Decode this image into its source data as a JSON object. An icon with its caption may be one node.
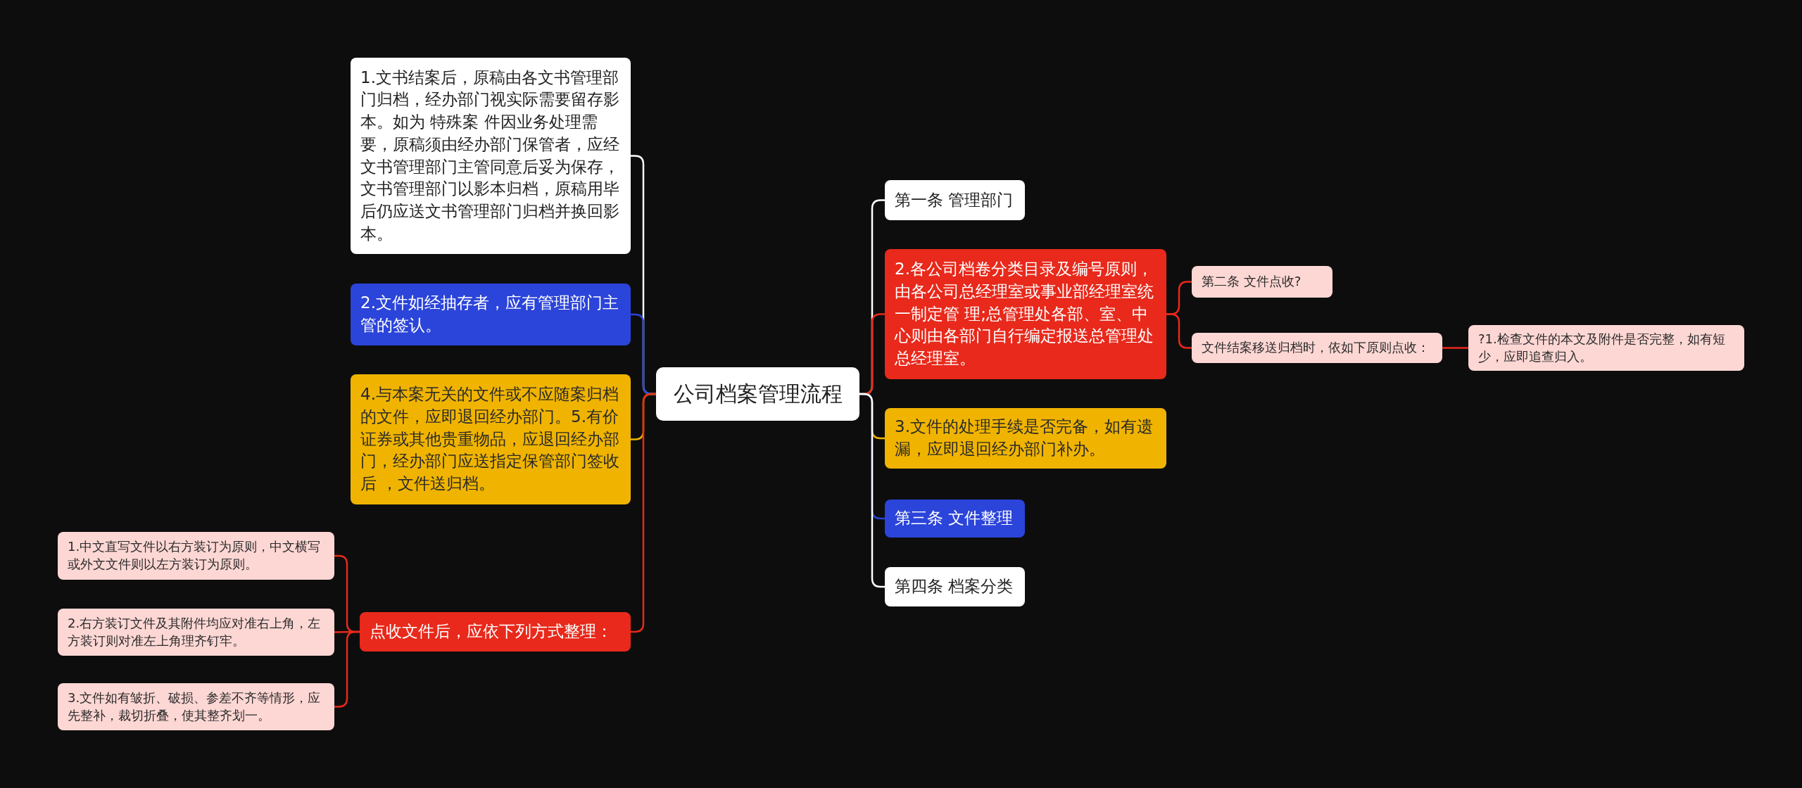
{
  "diagram": {
    "nodes": [
      {
        "text": [
          "公司档案管理流程"
        ]
      },
      {
        "text": [
          "1.文书结案后，原稿由各文书管理部门归档，经办部门视实际需要留存影本。如为 特殊案 件因业务处理需要，原稿须由经办部门保管者，应经文书管理部门主管同意后妥为保存，文书管理部门以影本归档，原稿用毕后仍应送文书管理部门归档并换回影本。"
        ]
      },
      {
        "text": [
          "2.文件如经抽存者，应有管理部门主管的签认。"
        ]
      },
      {
        "text": [
          "4.与本案无关的文件或不应随案归档的文件，应即退回经办部门。5.有价证券或其他贵重物品，应退回经办部门，经办部门应送指定保管部门签收后 ，文件送归档。"
        ]
      },
      {
        "text": [
          "点收文件后，应依下列方式整理："
        ]
      },
      {
        "text": [
          "1.中文直写文件以右方装订为原则，中文横写或外文文件则以左方装订为原则。"
        ]
      },
      {
        "text": [
          "2.右方装订文件及其附件均应对准右上角，左方装订则对准左上角理齐钉牢。"
        ]
      },
      {
        "text": [
          "3.文件如有皱折、破损、参差不齐等情形，应先整补，裁切折叠，使其整齐划一。"
        ]
      },
      {
        "text": [
          "第一条 管理部门"
        ]
      },
      {
        "text": [
          "2.各公司档卷分类目录及编号原则，由各公司总经理室或事业部经理室统一制定管 理;总管理处各部、室、中心则由各部门自行编定报送总管理处总经理室。"
        ]
      },
      {
        "text": [
          "第二条 文件点收?"
        ]
      },
      {
        "text": [
          "文件结案移送归档时，依如下原则点收："
        ]
      },
      {
        "text": [
          "?1.检查文件的本文及附件是否完整，如有短少，应即追查归入。"
        ]
      },
      {
        "text": [
          "3.文件的处理手续是否完备，如有遗漏，应即退回经办部门补办。"
        ]
      },
      {
        "text": [
          "第三条 文件整理"
        ]
      },
      {
        "text": [
          "第四条 档案分类"
        ]
      }
    ],
    "edges": [
      {
        "from": 0,
        "to": 1,
        "arrow": "none",
        "color": "#ffffff"
      },
      {
        "from": 0,
        "to": 2,
        "arrow": "none",
        "color": "#2b44d9"
      },
      {
        "from": 0,
        "to": 3,
        "arrow": "none",
        "color": "#f0b400"
      },
      {
        "from": 0,
        "to": 4,
        "arrow": "none"
      },
      {
        "from": 4,
        "to": 5,
        "arrow": "none"
      },
      {
        "from": 4,
        "to": 6,
        "arrow": "none"
      },
      {
        "from": 4,
        "to": 7,
        "arrow": "none"
      },
      {
        "from": 0,
        "to": 8,
        "arrow": "none",
        "color": "#ffffff"
      },
      {
        "from": 0,
        "to": 9,
        "arrow": "none"
      },
      {
        "from": 9,
        "to": 10,
        "arrow": "none"
      },
      {
        "from": 9,
        "to": 11,
        "arrow": "none"
      },
      {
        "from": 11,
        "to": 12,
        "arrow": "none"
      },
      {
        "from": 0,
        "to": 13,
        "arrow": "none",
        "color": "#f0b400"
      },
      {
        "from": 0,
        "to": 14,
        "arrow": "none",
        "color": "#2b44d9"
      },
      {
        "from": 0,
        "to": 15,
        "arrow": "none",
        "color": "#ffffff"
      }
    ]
  }
}
